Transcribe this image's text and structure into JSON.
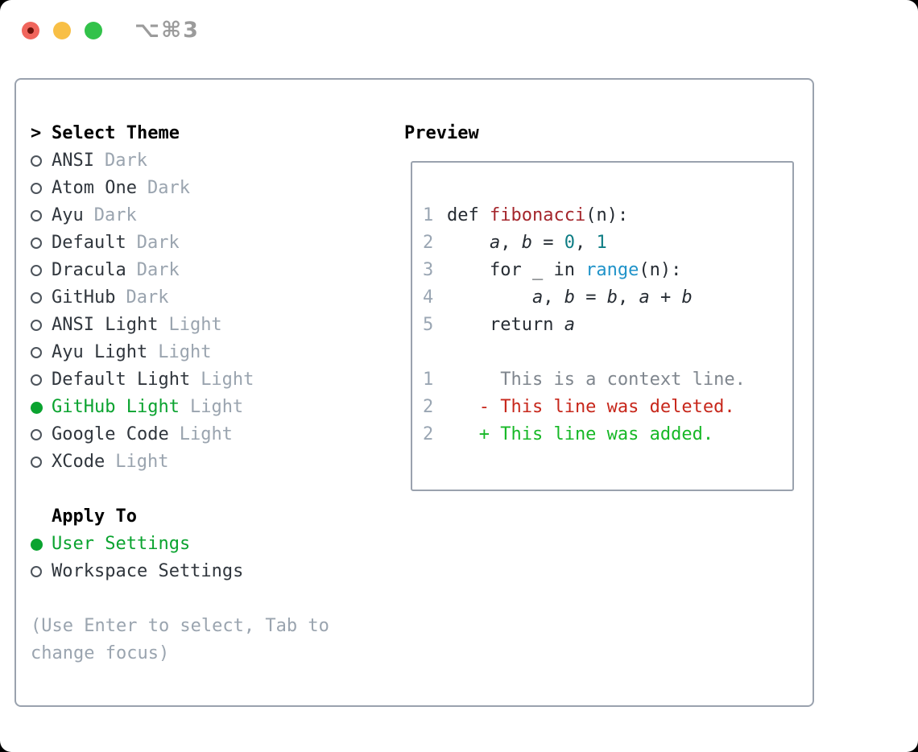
{
  "window": {
    "title_shortcut": "⌥⌘3",
    "traffic_lights": [
      {
        "name": "close",
        "color": "#f0655c",
        "has_dot": true
      },
      {
        "name": "minimize",
        "color": "#f8bf45",
        "has_dot": false
      },
      {
        "name": "zoom",
        "color": "#32c24a",
        "has_dot": false
      }
    ]
  },
  "colors": {
    "panel_border": "#9aa2ae",
    "selection_green": "#0aa32f",
    "muted_gray": "#9aa4af",
    "list_text": "#30363d",
    "code_foreground": "#262c33",
    "function_red": "#a4262c",
    "number_teal": "#0e7d84",
    "builtin_blue": "#2093c9",
    "diff_context_gray": "#7f868e",
    "diff_deleted_red": "#c7271b",
    "diff_added_green": "#17b827"
  },
  "theme_panel": {
    "header_prefix": ">",
    "header": "Select Theme",
    "items": [
      {
        "name": "ANSI",
        "variant": "Dark",
        "selected": false
      },
      {
        "name": "Atom One",
        "variant": "Dark",
        "selected": false
      },
      {
        "name": "Ayu",
        "variant": "Dark",
        "selected": false
      },
      {
        "name": "Default",
        "variant": "Dark",
        "selected": false
      },
      {
        "name": "Dracula",
        "variant": "Dark",
        "selected": false
      },
      {
        "name": "GitHub",
        "variant": "Dark",
        "selected": false
      },
      {
        "name": "ANSI Light",
        "variant": "Light",
        "selected": false
      },
      {
        "name": "Ayu Light",
        "variant": "Light",
        "selected": false
      },
      {
        "name": "Default Light",
        "variant": "Light",
        "selected": false
      },
      {
        "name": "GitHub Light",
        "variant": "Light",
        "selected": true
      },
      {
        "name": "Google Code",
        "variant": "Light",
        "selected": false
      },
      {
        "name": "XCode",
        "variant": "Light",
        "selected": false
      }
    ],
    "apply_to": {
      "header": "Apply To",
      "options": [
        {
          "label": "User Settings",
          "selected": true
        },
        {
          "label": "Workspace Settings",
          "selected": false
        }
      ]
    },
    "hint_lines": [
      "(Use Enter to select, Tab to",
      "change focus)"
    ]
  },
  "preview": {
    "header": "Preview",
    "code_lines": [
      {
        "num": "1",
        "tokens": [
          {
            "t": "def ",
            "c": "fg"
          },
          {
            "t": "fibonacci",
            "c": "func"
          },
          {
            "t": "(n):",
            "c": "fg"
          }
        ]
      },
      {
        "num": "2",
        "tokens": [
          {
            "t": "    ",
            "c": "fg"
          },
          {
            "t": "a",
            "c": "var"
          },
          {
            "t": ", ",
            "c": "fg"
          },
          {
            "t": "b",
            "c": "var"
          },
          {
            "t": " = ",
            "c": "fg"
          },
          {
            "t": "0",
            "c": "num"
          },
          {
            "t": ", ",
            "c": "fg"
          },
          {
            "t": "1",
            "c": "num"
          }
        ]
      },
      {
        "num": "3",
        "tokens": [
          {
            "t": "    for _ in ",
            "c": "fg"
          },
          {
            "t": "range",
            "c": "builtin"
          },
          {
            "t": "(n):",
            "c": "fg"
          }
        ]
      },
      {
        "num": "4",
        "tokens": [
          {
            "t": "        ",
            "c": "fg"
          },
          {
            "t": "a",
            "c": "var"
          },
          {
            "t": ", ",
            "c": "fg"
          },
          {
            "t": "b",
            "c": "var"
          },
          {
            "t": " = ",
            "c": "fg"
          },
          {
            "t": "b",
            "c": "var"
          },
          {
            "t": ", ",
            "c": "fg"
          },
          {
            "t": "a",
            "c": "var"
          },
          {
            "t": " + ",
            "c": "fg"
          },
          {
            "t": "b",
            "c": "var"
          }
        ]
      },
      {
        "num": "5",
        "tokens": [
          {
            "t": "    return ",
            "c": "fg"
          },
          {
            "t": "a",
            "c": "var"
          }
        ]
      }
    ],
    "diff_lines": [
      {
        "num": "1",
        "kind": "context",
        "text": "     This is a context line."
      },
      {
        "num": "2",
        "kind": "deleted",
        "text": "   - This line was deleted."
      },
      {
        "num": "2",
        "kind": "added",
        "text": "   + This line was added."
      }
    ]
  }
}
